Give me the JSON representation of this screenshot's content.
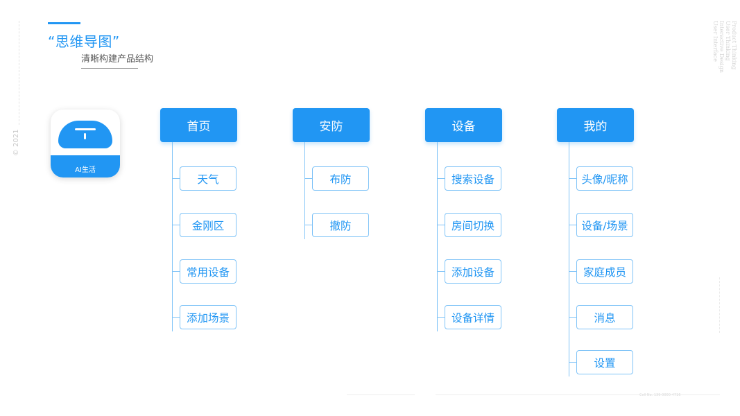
{
  "header": {
    "title": "“思维导图”",
    "subtitle": "清晰构建产品结构"
  },
  "side": {
    "copyright": "© 2021",
    "right_labels": [
      "Product Thinking",
      "User Thinking",
      "Interactive Design",
      "User Interface"
    ],
    "footer_note": "Cell No. 139-0000-4716"
  },
  "app": {
    "label": "AI生活",
    "icon": "ai-life-app-icon"
  },
  "colors": {
    "accent": "#2196f3",
    "connector": "#7fc3f7"
  },
  "columns": [
    {
      "title": "首页",
      "items": [
        "天气",
        "金刚区",
        "常用设备",
        "添加场景"
      ]
    },
    {
      "title": "安防",
      "items": [
        "布防",
        "撤防"
      ]
    },
    {
      "title": "设备",
      "items": [
        "搜索设备",
        "房间切换",
        "添加设备",
        "设备详情"
      ]
    },
    {
      "title": "我的",
      "items": [
        "头像/昵称",
        "设备/场景",
        "家庭成员",
        "消息",
        "设置"
      ]
    }
  ]
}
